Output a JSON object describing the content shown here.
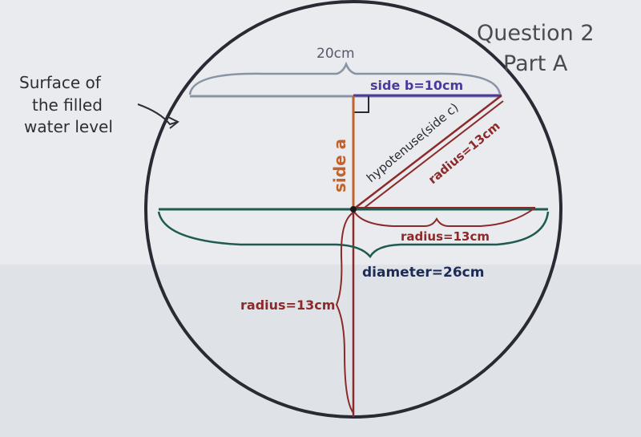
{
  "heading": {
    "line1": "Question 2",
    "line2": "Part A"
  },
  "annotation": {
    "line1": "Surface of",
    "line2": "the filled",
    "line3": "water level"
  },
  "labels": {
    "chord_width": "20cm",
    "side_b": "side b=10cm",
    "side_a": "side a",
    "hypotenuse": "hypotenuse(side c)",
    "radius_diag": "radius=13cm",
    "radius_right": "radius=13cm",
    "diameter": "diameter=26cm",
    "radius_down": "radius=13cm"
  },
  "colors": {
    "paper": "#e9ebee",
    "circle": "#2a2a34",
    "chord": "#8a93a6",
    "side_b": "#4b3a9a",
    "side_a": "#c4622e",
    "radius": "#8c2a2a",
    "diameter": "#1e5a52",
    "diameter_label": "#1d2b55",
    "annotation": "#2e2e38"
  }
}
